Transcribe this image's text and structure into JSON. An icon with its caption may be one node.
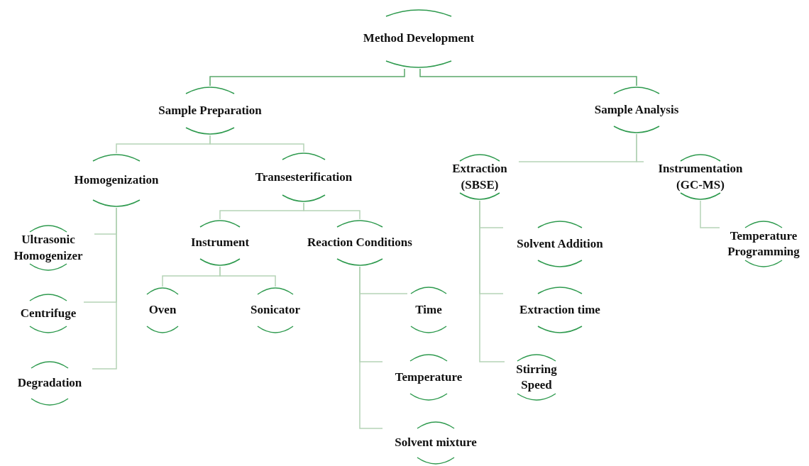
{
  "diagram": {
    "nodes": [
      {
        "text": [
          "Method Development"
        ]
      },
      {
        "text": [
          "Sample Preparation"
        ]
      },
      {
        "text": [
          "Sample Analysis"
        ]
      },
      {
        "text": [
          "Homogenization"
        ]
      },
      {
        "text": [
          "Transesterification"
        ]
      },
      {
        "text": [
          "Ultrasonic Homogenizer"
        ]
      },
      {
        "text": [
          "Centrifuge"
        ]
      },
      {
        "text": [
          "Degradation"
        ]
      },
      {
        "text": [
          "Instrument"
        ]
      },
      {
        "text": [
          "Reaction Conditions"
        ]
      },
      {
        "text": [
          "Oven"
        ]
      },
      {
        "text": [
          "Sonicator"
        ]
      },
      {
        "text": [
          "Time"
        ]
      },
      {
        "text": [
          "Temperature"
        ]
      },
      {
        "text": [
          "Solvent mixture"
        ]
      },
      {
        "text": [
          "Extraction (SBSE)"
        ]
      },
      {
        "text": [
          "Instrumentation (GC-MS)"
        ]
      },
      {
        "text": [
          "Solvent Addition"
        ]
      },
      {
        "text": [
          "Extraction time"
        ]
      },
      {
        "text": [
          "Stirring Speed"
        ]
      },
      {
        "text": [
          "Temperature Programming"
        ]
      }
    ],
    "edges": [
      {
        "from": 0,
        "to": 1,
        "arrow": "none",
        "color": "#5aa86a"
      },
      {
        "from": 0,
        "to": 2,
        "arrow": "none",
        "color": "#5aa86a"
      },
      {
        "from": 1,
        "to": 3,
        "arrow": "none"
      },
      {
        "from": 1,
        "to": 4,
        "arrow": "none"
      },
      {
        "from": 2,
        "to": 15,
        "arrow": "none"
      },
      {
        "from": 2,
        "to": 16,
        "arrow": "none"
      },
      {
        "from": 3,
        "to": 5,
        "arrow": "none"
      },
      {
        "from": 3,
        "to": 6,
        "arrow": "none"
      },
      {
        "from": 3,
        "to": 7,
        "arrow": "none"
      },
      {
        "from": 4,
        "to": 8,
        "arrow": "none"
      },
      {
        "from": 4,
        "to": 9,
        "arrow": "none"
      },
      {
        "from": 8,
        "to": 10,
        "arrow": "none"
      },
      {
        "from": 8,
        "to": 11,
        "arrow": "none"
      },
      {
        "from": 9,
        "to": 12,
        "arrow": "none"
      },
      {
        "from": 9,
        "to": 13,
        "arrow": "none"
      },
      {
        "from": 9,
        "to": 14,
        "arrow": "none"
      },
      {
        "from": 15,
        "to": 17,
        "arrow": "none"
      },
      {
        "from": 15,
        "to": 18,
        "arrow": "none"
      },
      {
        "from": 15,
        "to": 19,
        "arrow": "none"
      },
      {
        "from": 16,
        "to": 20,
        "arrow": "none"
      }
    ]
  }
}
